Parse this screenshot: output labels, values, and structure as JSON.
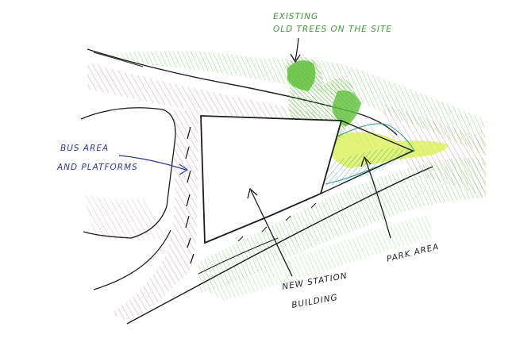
{
  "labels": {
    "trees_line1": "EXISTING",
    "trees_line2": "OLD TREES  ON THE SITE",
    "bus_line1": "BUS AREA",
    "bus_line2": "AND PLATFORMS",
    "park": "PARK AREA",
    "station_line1": "NEW STATION",
    "station_line2": "BUILDING"
  },
  "colors": {
    "ink": "#1e1e1e",
    "road_hatch": "#a36a6a",
    "green_hatch": "#7ccf5c",
    "tree_fill": "#5fbf3a",
    "park_yellow": "#d8f04a",
    "water_teal": "#2a9a95",
    "blue_label": "#2a3aa0",
    "green_label": "#3f9a3a"
  }
}
